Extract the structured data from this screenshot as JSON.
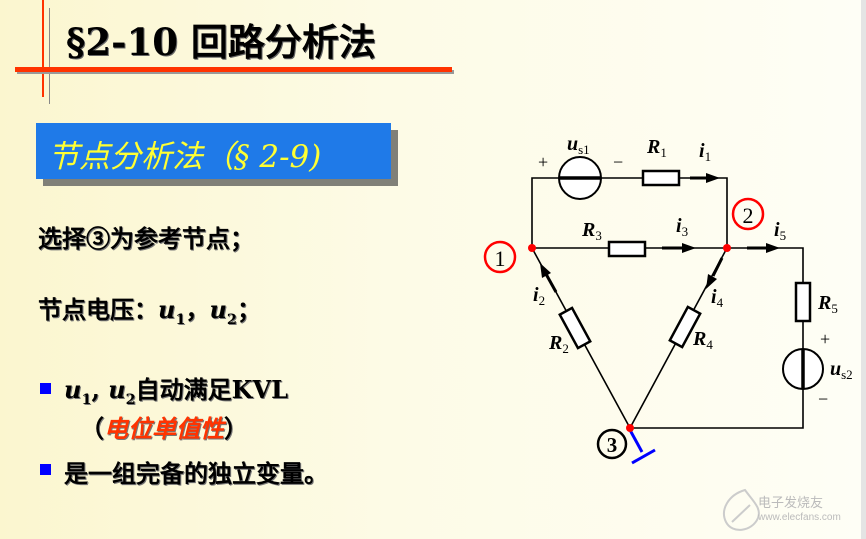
{
  "slide": {
    "title": "§2-10 回路分析法",
    "box_label": "节点分析法（§ 2-9)",
    "line1": "选择③为参考节点；",
    "line2_prefix": "节点电压：",
    "u": "u",
    "sub1": "1",
    "sub2": "2",
    "comma": "，",
    "semicolon": "；",
    "bullet1_comma": ", ",
    "bullet1_suffix": "自动满足KVL",
    "paren_open": "（",
    "paren_note": "电位单值性",
    "paren_close": "）",
    "bullet2": "是一组完备的独立变量。"
  },
  "circuit": {
    "nodes": {
      "n1": "1",
      "n2": "2",
      "n3": "3"
    },
    "labels": {
      "R": "R",
      "i": "i",
      "u": "u",
      "s1": "s1",
      "s2": "s2",
      "r1": "1",
      "r2": "2",
      "r3": "3",
      "r4": "4",
      "r5": "5",
      "plus": "+",
      "minus": "−"
    }
  },
  "watermark": {
    "name": "电子发烧友",
    "url": "www.elecfans.com"
  },
  "colors": {
    "accent_red": "#ff3300",
    "box_blue": "#1f7ae8",
    "box_text": "#ffff33",
    "bullet": "#0000ff",
    "ground": "#0000ff"
  }
}
